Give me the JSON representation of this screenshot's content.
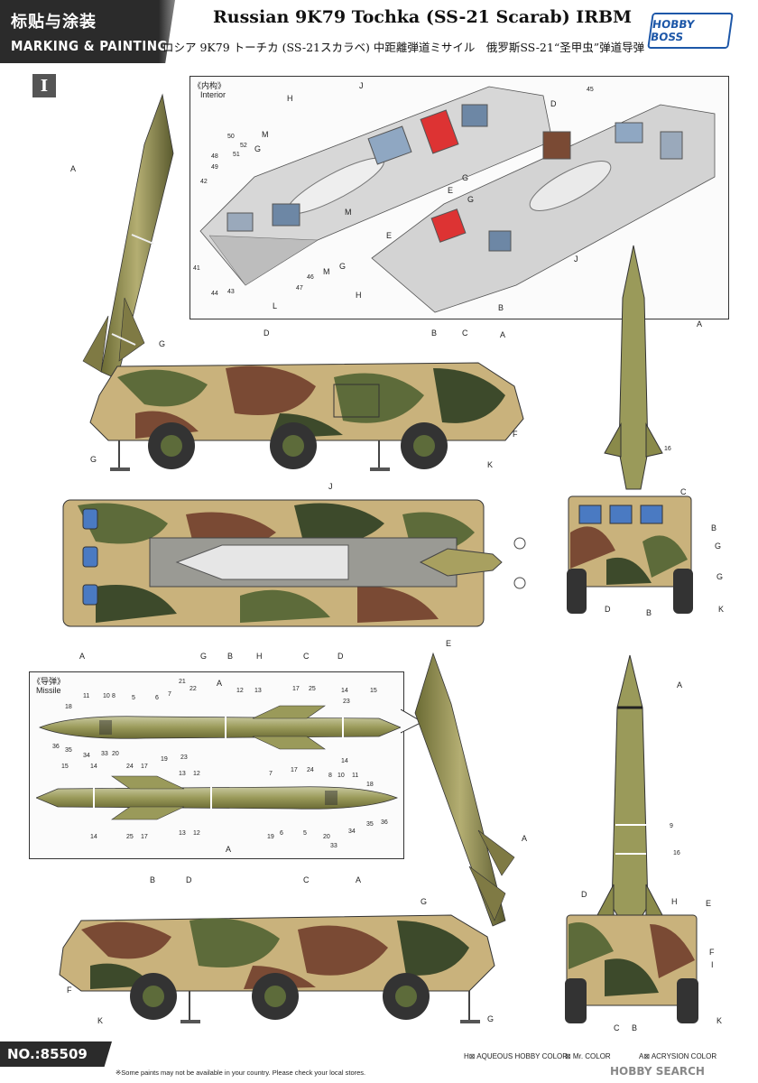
{
  "header": {
    "title_cn": "标贴与涂装",
    "title_en": "MARKING & PAINTING",
    "model_title": "Russian 9K79 Tochka (SS-21 Scarab) IRBM",
    "model_subtitle": "ロシア 9K79 トーチカ (SS-21スカラベ) 中距離弾道ミサイル　俄罗斯SS-21“圣甲虫”弹道导弹",
    "logo_text": "HOBBY BOSS",
    "sheet_number": "I"
  },
  "interior_box": {
    "caption_cn": "《内构》",
    "caption_en": "Interior",
    "labels": [
      "H",
      "J",
      "D",
      "M",
      "G",
      "50",
      "52",
      "48",
      "51",
      "49",
      "42",
      "M",
      "G",
      "41",
      "44",
      "43",
      "47",
      "46",
      "M",
      "G",
      "L",
      "E",
      "G",
      "E",
      "J",
      "H",
      "B",
      "45"
    ]
  },
  "missile_box": {
    "caption_cn": "《导弹》",
    "caption_en": "Missile",
    "top_labels": [
      "21",
      "22",
      "A",
      "11",
      "10",
      "8",
      "5",
      "6",
      "7",
      "12",
      "13",
      "17",
      "25",
      "14",
      "23",
      "15",
      "18",
      "36",
      "35",
      "34",
      "33",
      "20",
      "19",
      "23",
      "14"
    ],
    "bottom_labels": [
      "15",
      "14",
      "24",
      "17",
      "13",
      "12",
      "7",
      "17",
      "24",
      "8",
      "10",
      "11",
      "18",
      "14",
      "25",
      "17",
      "13",
      "12",
      "19",
      "6",
      "5",
      "20",
      "34",
      "35",
      "36",
      "33",
      "A"
    ]
  },
  "views": {
    "side_upper": [
      "A",
      "G",
      "D",
      "B",
      "C",
      "A",
      "F",
      "G",
      "K"
    ],
    "top_view": [
      "J",
      "A",
      "G",
      "B",
      "H",
      "C",
      "D",
      "E"
    ],
    "front_view": [
      "A",
      "16",
      "C",
      "B",
      "G",
      "G",
      "D",
      "B",
      "K"
    ],
    "side_lower": [
      "B",
      "D",
      "C",
      "A",
      "A",
      "G",
      "F",
      "K",
      "G"
    ],
    "rear_view": [
      "A",
      "9",
      "16",
      "D",
      "H",
      "E",
      "F",
      "I",
      "C",
      "B",
      "K"
    ]
  },
  "footer": {
    "product_no": "NO.:85509",
    "legend_h": "H⊠ AQUEOUS HOBBY COLOR",
    "legend_mr": "⊠ Mr. COLOR",
    "legend_a": "A⊠ ACRYSION COLOR",
    "note": "※Some paints may not be available in your country. Please check your local stores.",
    "watermark": "HOBBY SEARCH"
  },
  "colors": {
    "camo_green": "#5d6b3a",
    "camo_tan": "#c9b27c",
    "camo_brown": "#7a4a34",
    "camo_dark": "#3d4a2b",
    "missile_olive": "#8a8a4a",
    "header_dark": "#2b2b2b",
    "logo_blue": "#1d57a8"
  }
}
